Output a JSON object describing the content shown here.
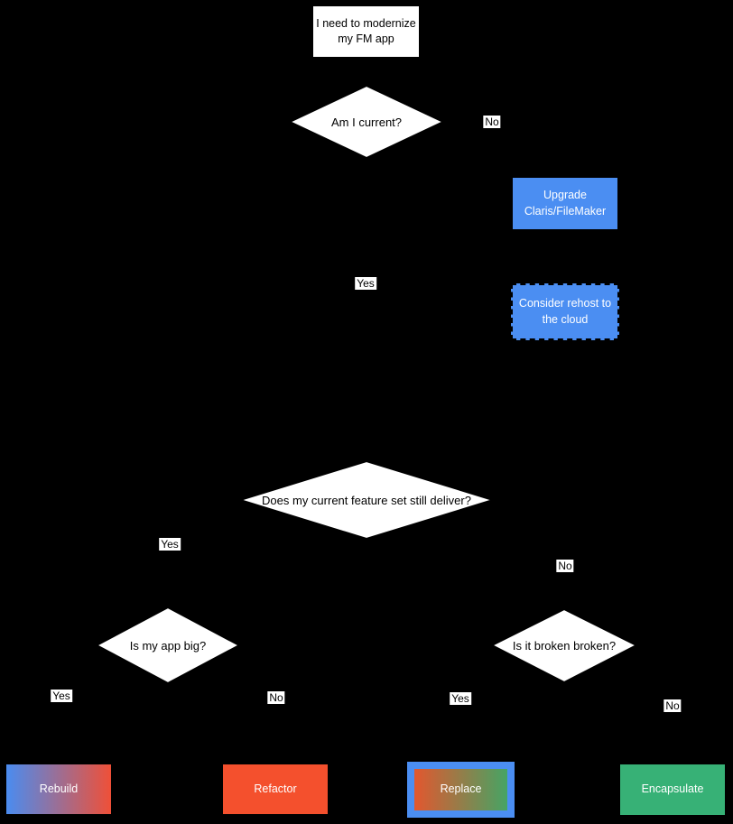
{
  "colors": {
    "bg": "#000000",
    "line": "#000000",
    "shape-fill": "#ffffff",
    "text-dark": "#000000",
    "text-light": "#ffffff",
    "node-blue": "#4b8ef2",
    "node-red": "#f4502d",
    "node-green": "#37b176",
    "grad-blue-start": "#4a8cf0",
    "grad-red-end": "#ef5038",
    "replace-grad-start": "#e2572f",
    "replace-grad-end": "#46a464"
  },
  "nodes": {
    "start": {
      "label": "I need to modernize\nmy FM app"
    },
    "decision_current": {
      "label": "Am I current?"
    },
    "upgrade": {
      "label": "Upgrade\nClaris/FileMaker"
    },
    "rehost": {
      "label": "Consider rehost to\nthe cloud"
    },
    "decision_feature": {
      "label": "Does my current feature set still deliver?"
    },
    "decision_big": {
      "label": "Is my app big?"
    },
    "decision_broken": {
      "label": "Is it broken broken?"
    },
    "rebuild": {
      "label": "Rebuild"
    },
    "refactor": {
      "label": "Refactor"
    },
    "replace": {
      "label": "Replace"
    },
    "encapsulate": {
      "label": "Encapsulate"
    }
  },
  "edge_labels": {
    "current_no": "No",
    "current_yes": "Yes",
    "feature_yes": "Yes",
    "feature_no": "No",
    "big_yes": "Yes",
    "big_no": "No",
    "broken_yes": "Yes",
    "broken_no": "No"
  }
}
